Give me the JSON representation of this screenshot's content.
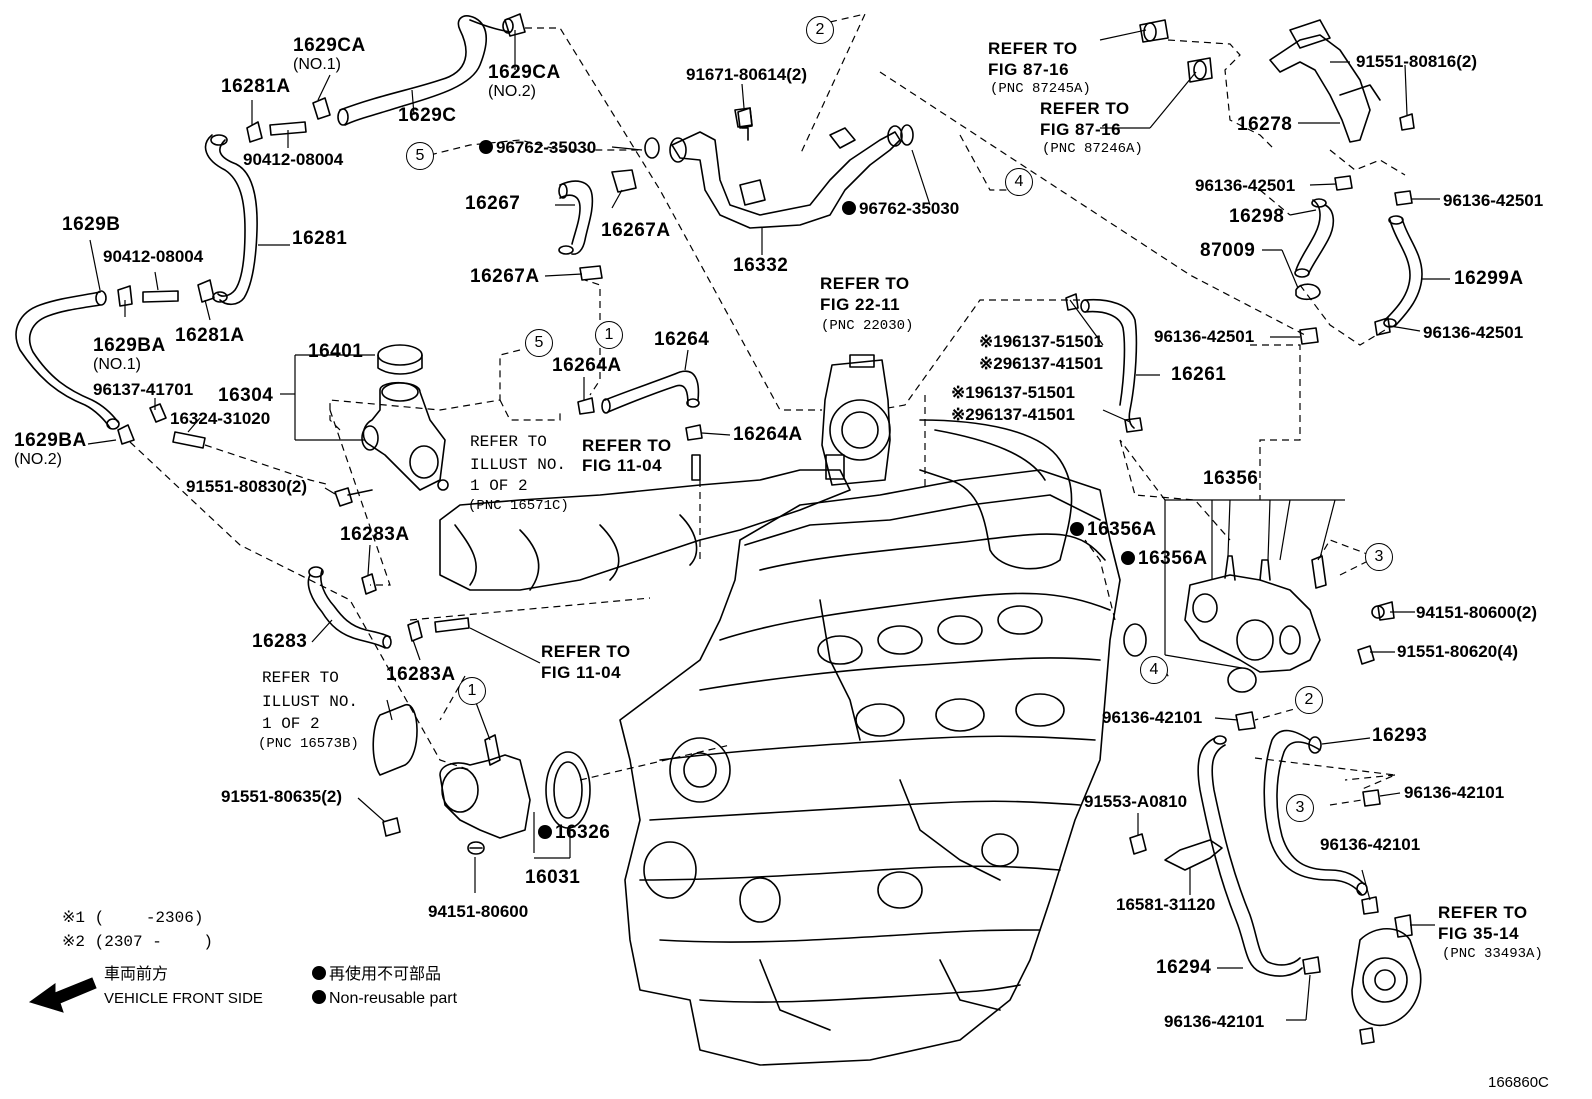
{
  "labels": {
    "l_1629ca_no1": "1629CA",
    "l_1629ca_no1_sub": "(NO.1)",
    "l_1629ca_no2": "1629CA",
    "l_1629ca_no2_sub": "(NO.2)",
    "l_16281a_top": "16281A",
    "l_1629c": "1629C",
    "l_90412_top": "90412-08004",
    "l_16281": "16281",
    "l_1629b": "1629B",
    "l_90412_mid": "90412-08004",
    "l_1629ba_no1": "1629BA",
    "l_1629ba_no1_sub": "(NO.1)",
    "l_16281a_bot": "16281A",
    "l_96137_41701": "96137-41701",
    "l_16324": "16324-31020",
    "l_1629ba_no2": "1629BA",
    "l_1629ba_no2_sub": "(NO.2)",
    "l_16401": "16401",
    "l_16304": "16304",
    "l_91551_80830": "91551-80830(2)",
    "l_16283a_top": "16283A",
    "l_16283": "16283",
    "l_16283a_bot": "16283A",
    "l_91671": "91671-80614(2)",
    "l_96762_left": "96762-35030",
    "l_96762_right": "96762-35030",
    "l_16267": "16267",
    "l_16267a_mid": "16267A",
    "l_16267a_low": "16267A",
    "l_16332": "16332",
    "l_16264": "16264",
    "l_16264a_top": "16264A",
    "l_16264a_bot": "16264A",
    "l_refer_fig_11_04_a": "REFER TO",
    "l_refer_fig_11_04_b": "FIG 11-04",
    "l_refer_illust_1": "REFER TO",
    "l_refer_illust_2": "ILLUST NO.",
    "l_refer_illust_3": "1 OF 2",
    "l_refer_illust_4": "(PNC 16571C)",
    "l_refer_fig_22_1": "REFER TO",
    "l_refer_fig_22_2": "FIG 22-11",
    "l_refer_fig_22_3": "(PNC 22030)",
    "l_mark1_a": "※1",
    "l_96137_51501_a": "96137-51501",
    "l_mark2_a": "※2",
    "l_96137_41501_a": "96137-41501",
    "l_mark1_b": "※1",
    "l_96137_51501_b": "96137-51501",
    "l_mark2_b": "※2",
    "l_96137_41501_b": "96137-41501",
    "l_16261": "16261",
    "l_refer_87_16_a1": "REFER TO",
    "l_refer_87_16_a2": "FIG 87-16",
    "l_refer_87_16_a3": "(PNC 87245A)",
    "l_refer_87_16_b1": "REFER TO",
    "l_refer_87_16_b2": "FIG 87-16",
    "l_refer_87_16_b3": "(PNC 87246A)",
    "l_91551_80816": "91551-80816(2)",
    "l_16278": "16278",
    "l_96136_42501_a": "96136-42501",
    "l_96136_42501_b": "96136-42501",
    "l_16298": "16298",
    "l_87009": "87009",
    "l_16299a": "16299A",
    "l_96136_42501_c": "96136-42501",
    "l_96136_42501_d": "96136-42501",
    "l_16356": "16356",
    "l_16356a_1": "16356A",
    "l_16356a_2": "16356A",
    "l_94151_80600_r": "94151-80600(2)",
    "l_91551_80620": "91551-80620(4)",
    "l_96136_42101_a": "96136-42101",
    "l_16293": "16293",
    "l_96136_42101_b": "96136-42101",
    "l_91553": "91553-A0810",
    "l_96136_42101_c": "96136-42101",
    "l_16581": "16581-31120",
    "l_refer_fig_35_1": "REFER TO",
    "l_refer_fig_35_2": "FIG 35-14",
    "l_refer_fig_35_3": "(PNC 33493A)",
    "l_16294": "16294",
    "l_96136_42101_d": "96136-42101",
    "l_refer_fig_11_04_c1": "REFER TO",
    "l_refer_fig_11_04_c2": "FIG 11-04",
    "l_refer_illust_b1": "REFER TO",
    "l_refer_illust_b2": "ILLUST NO.",
    "l_refer_illust_b3": "1 OF 2",
    "l_refer_illust_b4": "(PNC 16573B)",
    "l_91551_80635": "91551-80635(2)",
    "l_16326": "16326",
    "l_16031": "16031",
    "l_94151_80600_b": "94151-80600"
  },
  "callouts": {
    "c1_top": "1",
    "c1_bot": "1",
    "c2_top": "2",
    "c2_right": "2",
    "c3_a": "3",
    "c3_b": "3",
    "c4_top": "4",
    "c4_bot": "4",
    "c5_top": "5",
    "c5_mid": "5"
  },
  "legend": {
    "mark1": "※1 (　　 -2306)",
    "mark2": "※2 (2307 -　　 )",
    "front_jp": "車両前方",
    "front_en": "VEHICLE FRONT SIDE",
    "nonreuse_jp": "再使用不可部品",
    "nonreuse_en": "Non-reusable part"
  },
  "figure_code": "166860C"
}
